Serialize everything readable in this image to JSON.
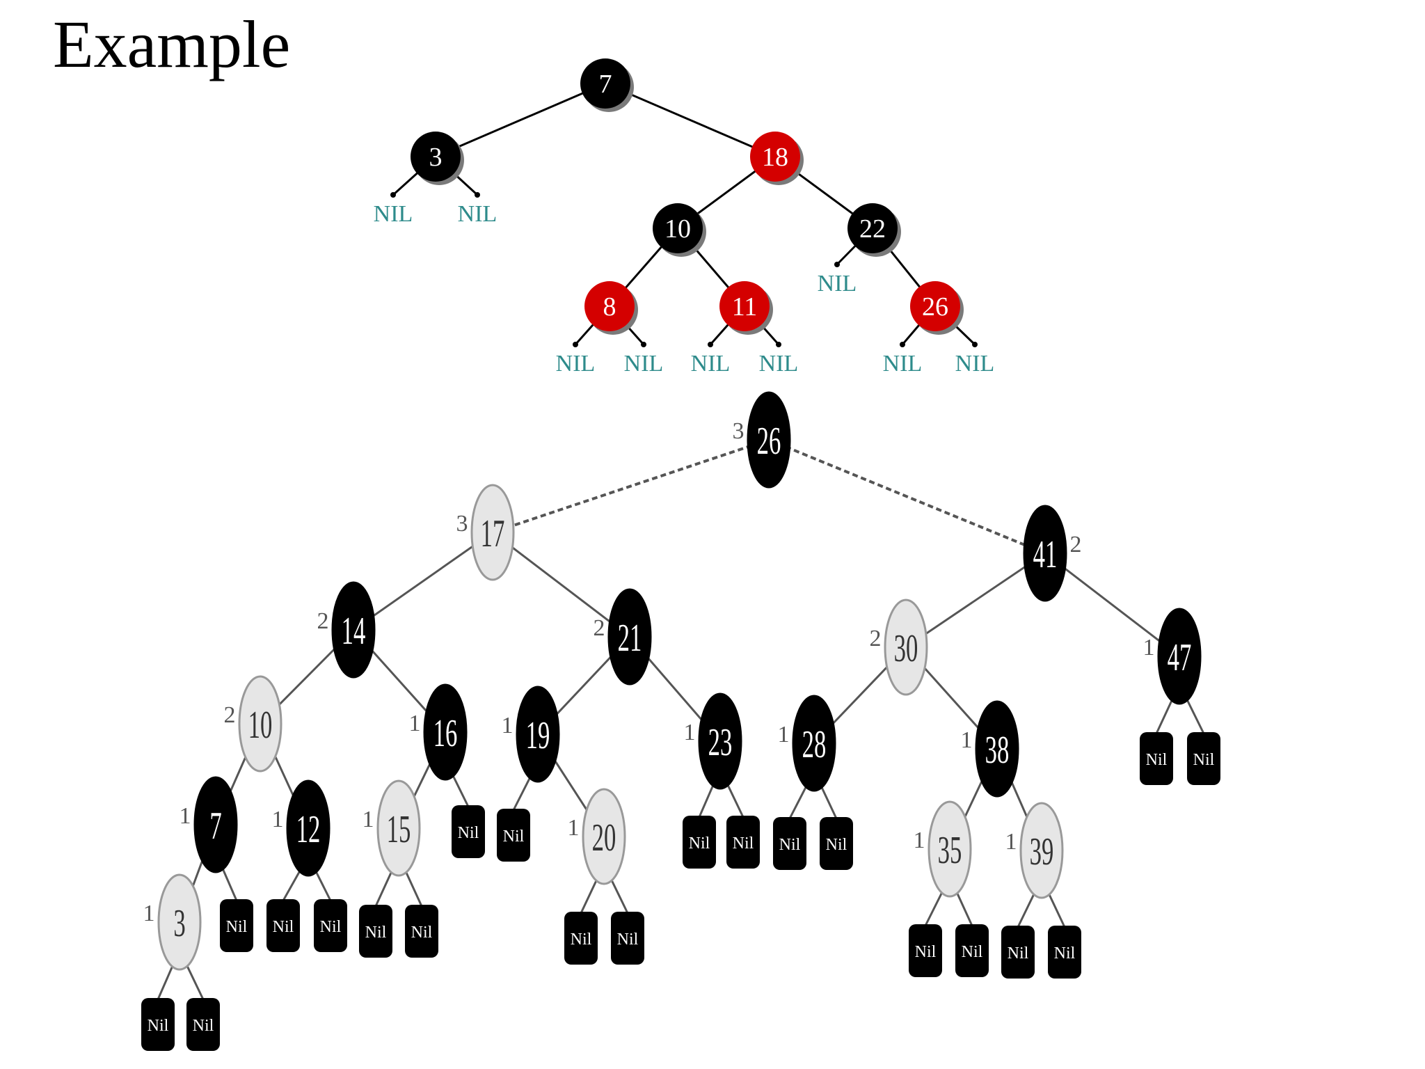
{
  "title": "Example",
  "tree1": {
    "nil_label": "NIL",
    "nodes": [
      {
        "id": "7",
        "label": "7",
        "color": "black"
      },
      {
        "id": "3",
        "label": "3",
        "color": "black"
      },
      {
        "id": "18",
        "label": "18",
        "color": "red"
      },
      {
        "id": "10",
        "label": "10",
        "color": "black"
      },
      {
        "id": "22",
        "label": "22",
        "color": "black"
      },
      {
        "id": "8",
        "label": "8",
        "color": "red"
      },
      {
        "id": "11",
        "label": "11",
        "color": "red"
      },
      {
        "id": "26",
        "label": "26",
        "color": "red"
      }
    ],
    "edges": [
      [
        "7",
        "3"
      ],
      [
        "7",
        "18"
      ],
      [
        "18",
        "10"
      ],
      [
        "18",
        "22"
      ],
      [
        "10",
        "8"
      ],
      [
        "10",
        "11"
      ],
      [
        "22",
        "26"
      ]
    ],
    "nils": [
      {
        "parent": "3"
      },
      {
        "parent": "3"
      },
      {
        "parent": "22"
      },
      {
        "parent": "8"
      },
      {
        "parent": "8"
      },
      {
        "parent": "11"
      },
      {
        "parent": "11"
      },
      {
        "parent": "26"
      },
      {
        "parent": "26"
      }
    ]
  },
  "tree2": {
    "nil_label": "Nil",
    "nodes": [
      {
        "id": "26",
        "label": "26",
        "color": "black",
        "bh": "3"
      },
      {
        "id": "17",
        "label": "17",
        "color": "light",
        "bh": "3"
      },
      {
        "id": "41",
        "label": "41",
        "color": "black",
        "bh": "2"
      },
      {
        "id": "14",
        "label": "14",
        "color": "black",
        "bh": "2"
      },
      {
        "id": "21",
        "label": "21",
        "color": "black",
        "bh": "2"
      },
      {
        "id": "30",
        "label": "30",
        "color": "light",
        "bh": "2"
      },
      {
        "id": "47",
        "label": "47",
        "color": "black",
        "bh": "1"
      },
      {
        "id": "10",
        "label": "10",
        "color": "light",
        "bh": "2"
      },
      {
        "id": "16",
        "label": "16",
        "color": "black",
        "bh": "1"
      },
      {
        "id": "19",
        "label": "19",
        "color": "black",
        "bh": "1"
      },
      {
        "id": "23",
        "label": "23",
        "color": "black",
        "bh": "1"
      },
      {
        "id": "28",
        "label": "28",
        "color": "black",
        "bh": "1"
      },
      {
        "id": "38",
        "label": "38",
        "color": "black",
        "bh": "1"
      },
      {
        "id": "7",
        "label": "7",
        "color": "black",
        "bh": "1"
      },
      {
        "id": "12",
        "label": "12",
        "color": "black",
        "bh": "1"
      },
      {
        "id": "15",
        "label": "15",
        "color": "light",
        "bh": "1"
      },
      {
        "id": "20",
        "label": "20",
        "color": "light",
        "bh": "1"
      },
      {
        "id": "35",
        "label": "35",
        "color": "light",
        "bh": "1"
      },
      {
        "id": "39",
        "label": "39",
        "color": "light",
        "bh": "1"
      },
      {
        "id": "3",
        "label": "3",
        "color": "light",
        "bh": "1"
      }
    ],
    "edges": [
      [
        "26",
        "17",
        "dashed"
      ],
      [
        "26",
        "41",
        "dashed"
      ],
      [
        "17",
        "14"
      ],
      [
        "17",
        "21"
      ],
      [
        "41",
        "30"
      ],
      [
        "41",
        "47"
      ],
      [
        "14",
        "10"
      ],
      [
        "14",
        "16"
      ],
      [
        "21",
        "19"
      ],
      [
        "21",
        "23"
      ],
      [
        "30",
        "28"
      ],
      [
        "30",
        "38"
      ],
      [
        "10",
        "7"
      ],
      [
        "10",
        "12"
      ],
      [
        "16",
        "15"
      ],
      [
        "19",
        "20"
      ],
      [
        "38",
        "35"
      ],
      [
        "38",
        "39"
      ],
      [
        "7",
        "3"
      ]
    ],
    "nils": [
      {
        "parent": "47"
      },
      {
        "parent": "47"
      },
      {
        "parent": "16"
      },
      {
        "parent": "19"
      },
      {
        "parent": "23"
      },
      {
        "parent": "23"
      },
      {
        "parent": "28"
      },
      {
        "parent": "28"
      },
      {
        "parent": "7"
      },
      {
        "parent": "12"
      },
      {
        "parent": "12"
      },
      {
        "parent": "15"
      },
      {
        "parent": "15"
      },
      {
        "parent": "20"
      },
      {
        "parent": "20"
      },
      {
        "parent": "35"
      },
      {
        "parent": "35"
      },
      {
        "parent": "39"
      },
      {
        "parent": "39"
      },
      {
        "parent": "3"
      },
      {
        "parent": "3"
      }
    ]
  },
  "colors": {
    "black_node": "#000000",
    "red_node": "#d40000",
    "light_node": "#e6e6e6",
    "nil_text": "#2e8b8b",
    "edge": "#000000"
  }
}
